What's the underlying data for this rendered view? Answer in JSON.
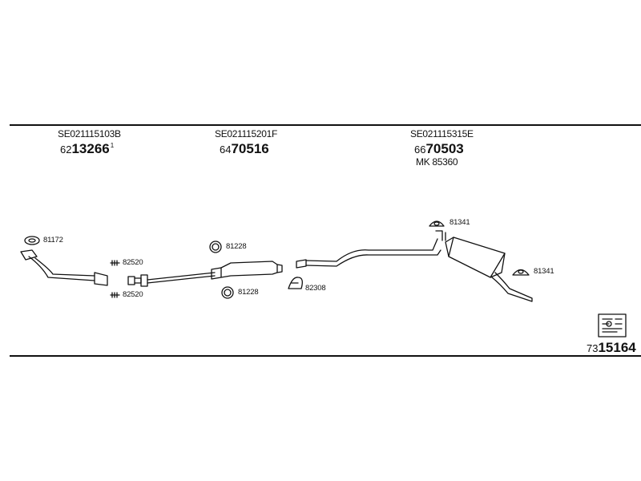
{
  "sections": [
    {
      "code": "SE021115103B",
      "number_prefix": "62",
      "number_main": "13266",
      "number_suffix": "1"
    },
    {
      "code": "SE021115201F",
      "number_prefix": "64",
      "number_main": "70516"
    },
    {
      "code": "SE021115315E",
      "number_prefix": "66",
      "number_main": "70503",
      "kit": "MK  85360"
    }
  ],
  "parts": {
    "p81172": "81172",
    "p82520_top": "82520",
    "p82520_bottom": "82520",
    "p81228_top": "81228",
    "p81228_bottom": "81228",
    "p82308": "82308",
    "p81341_top": "81341",
    "p81341_right": "81341"
  },
  "footer": {
    "prefix": "73",
    "number": "15164"
  },
  "icons": [
    "gasket-icon",
    "bolt-icon",
    "ring-icon",
    "clamp-icon",
    "hanger-icon",
    "catalog-book-icon"
  ],
  "colors": {
    "line": "#111111",
    "background": "#ffffff"
  }
}
